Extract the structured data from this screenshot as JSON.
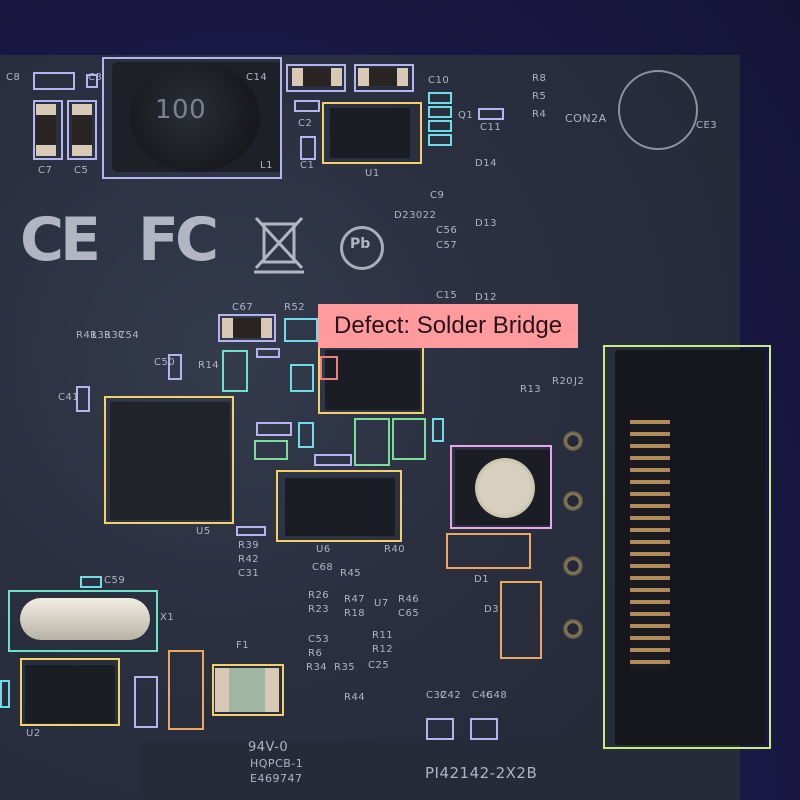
{
  "defect_label": "Defect: Solder Bridge",
  "silkscreen": {
    "inductor_value": "100",
    "c8": "C8",
    "c3": "C3",
    "c14": "C14",
    "l1": "L1",
    "c7": "C7",
    "c5": "C5",
    "c2": "C2",
    "c1": "C1",
    "u1": "U1",
    "c10": "C10",
    "c9": "C9",
    "q1": "Q1",
    "c11": "C11",
    "r8": "R8",
    "r5": "R5",
    "r4": "R4",
    "con2a": "CON2A",
    "ce3": "CE3",
    "d14": "D14",
    "d13": "D13",
    "d12": "D12",
    "d23022": "D23022",
    "c56": "C56",
    "c57": "C57",
    "c15": "C15",
    "c67": "C67",
    "r52": "R52",
    "r14": "R14",
    "c50": "C50",
    "c41": "C41",
    "r41": "R41",
    "r33": "R33",
    "r37": "R37",
    "c54": "C54",
    "r13": "R13",
    "r20": "R20",
    "j2": "J2",
    "u5": "U5",
    "u6": "U6",
    "r39": "R39",
    "r42": "R42",
    "c31": "C31",
    "r40": "R40",
    "c68": "C68",
    "r45": "R45",
    "r26": "R26",
    "r23": "R23",
    "r47": "R47",
    "r18": "R18",
    "c53": "C53",
    "r6": "R6",
    "r34": "R34",
    "r35": "R35",
    "u7": "U7",
    "r46": "R46",
    "c65": "C65",
    "r11": "R11",
    "r12": "R12",
    "c25": "C25",
    "c59": "C59",
    "x1": "X1",
    "f1": "F1",
    "u2": "U2",
    "d1": "D1",
    "d3": "D3",
    "r44": "R44",
    "c32": "C32",
    "c42": "C42",
    "c46": "C46",
    "c48": "C48",
    "board_rating": "94V-0",
    "board_name": "HQPCB-1",
    "board_code": "E469747",
    "part_number": "PI42142-2X2B"
  },
  "logos": {
    "ce": "CE",
    "fcc": "FC",
    "pb": "Pb"
  },
  "colors": {
    "yellow": "#f2d16a",
    "lavender": "#b6b4ee",
    "cyan": "#6fdde8",
    "green": "#7edc9a",
    "orange": "#eaa860",
    "pink": "#e7a8ea",
    "lime": "#c8eb7f",
    "teal": "#6ee2c6",
    "defect": "#ff9a9e"
  }
}
